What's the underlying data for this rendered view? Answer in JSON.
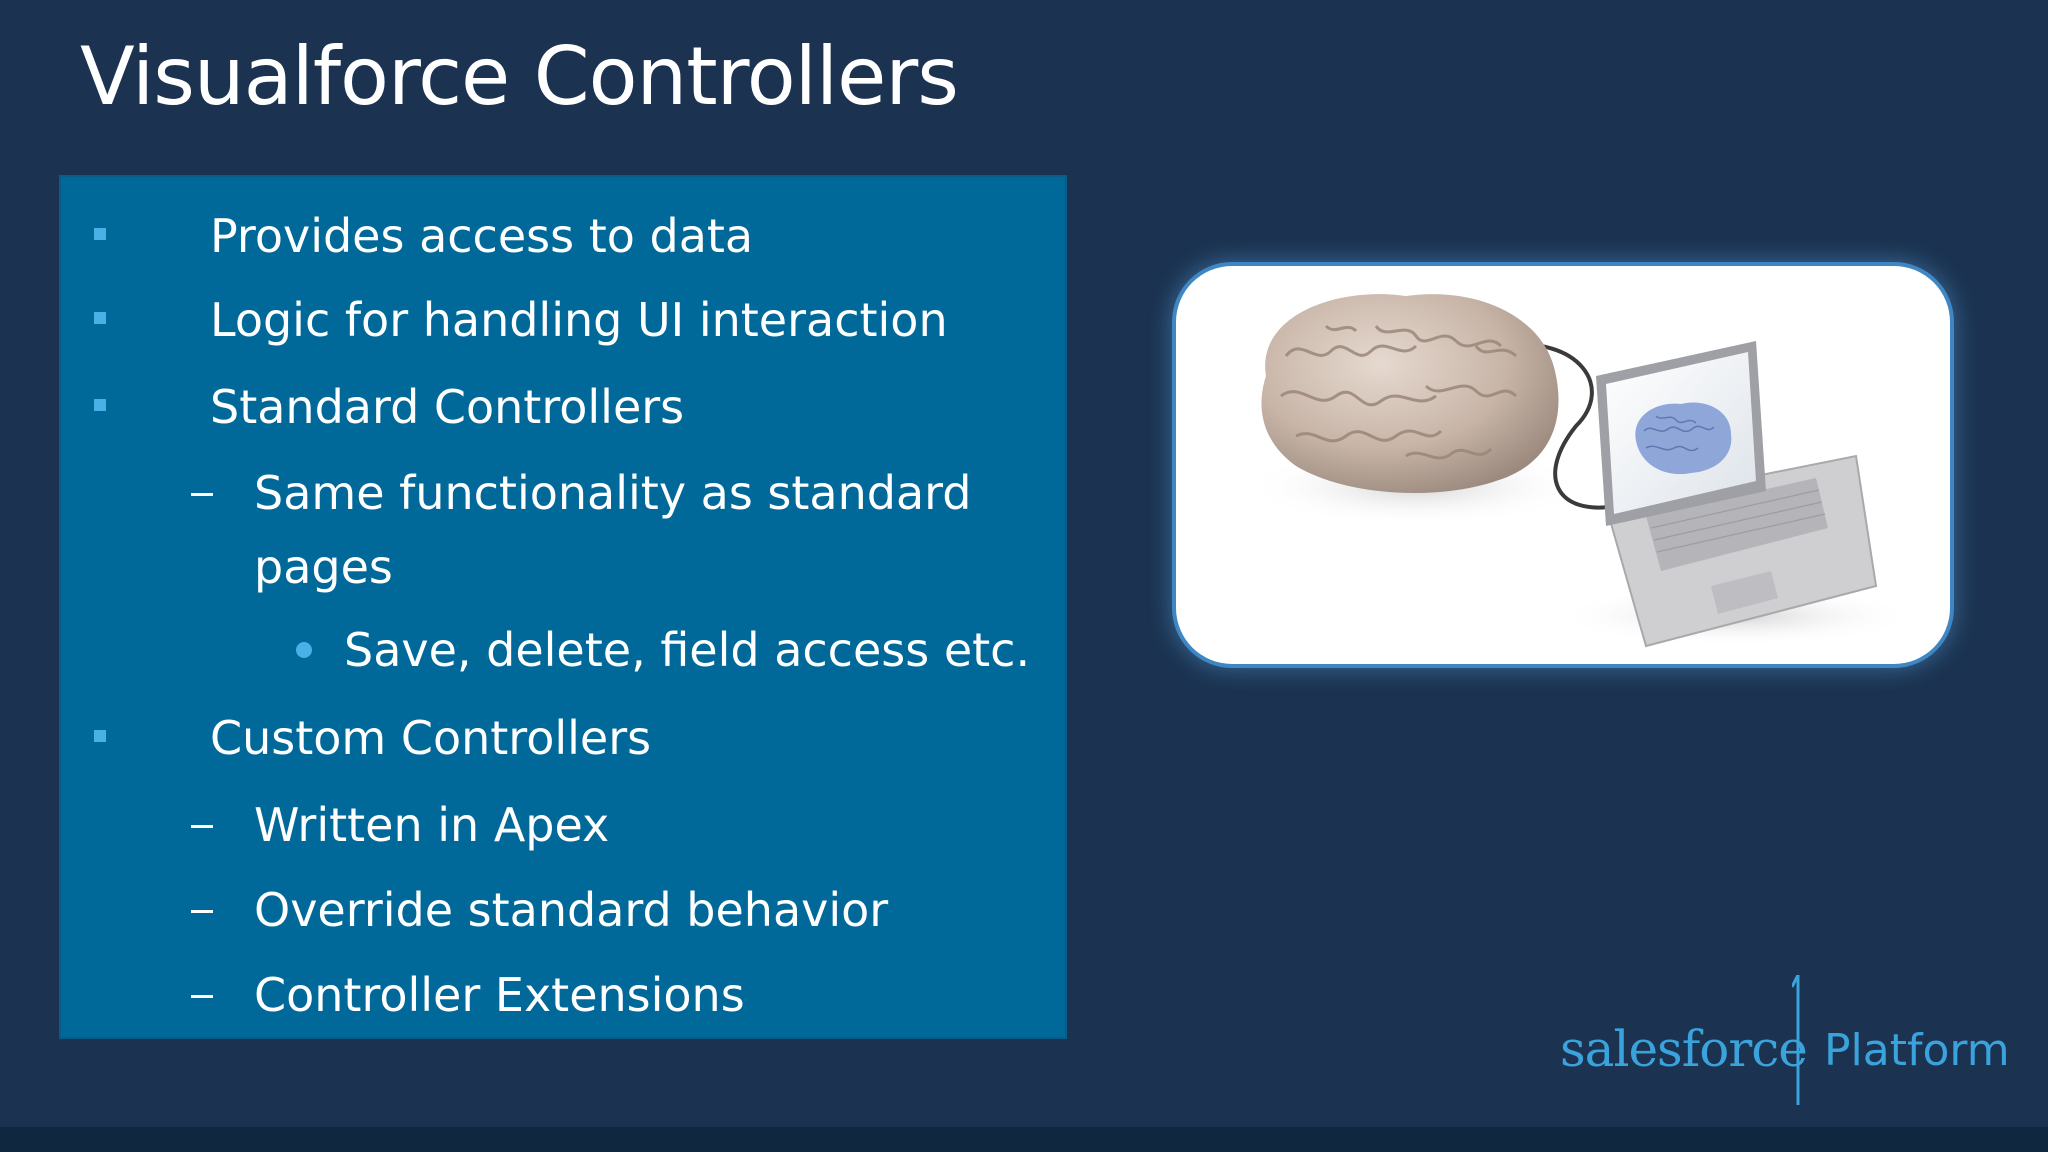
{
  "slide": {
    "title": "Visualforce Controllers",
    "bullets": [
      {
        "text": "Provides access to data",
        "level": 1
      },
      {
        "text": "Logic for handling UI interaction",
        "level": 1
      },
      {
        "text": "Standard Controllers",
        "level": 1
      },
      {
        "text": "Same functionality as standard",
        "level": 2
      },
      {
        "text": "pages",
        "level": 2
      },
      {
        "text": "Save, delete, field access etc.",
        "level": 3
      },
      {
        "text": "Custom Controllers",
        "level": 1
      },
      {
        "text": "Written in Apex",
        "level": 2
      },
      {
        "text": "Override standard behavior",
        "level": 2
      },
      {
        "text": "Controller Extensions",
        "level": 2
      }
    ],
    "image": {
      "subject": "brain-connected-to-laptop"
    }
  },
  "logo": {
    "brand": "salesforce",
    "numeral": "1",
    "product": "Platform"
  },
  "colors": {
    "background": "#1b3351",
    "content_box": "#01699a",
    "bullet_accent": "#4ab0e6",
    "logo": "#3aa3dc"
  }
}
